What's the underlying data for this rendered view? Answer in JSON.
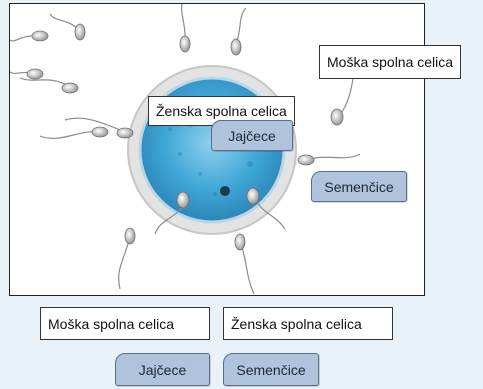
{
  "diagram": {
    "labels_on_image": [
      {
        "text": "Moška spolna celica"
      },
      {
        "text": "Ženska spolna celica"
      }
    ],
    "chips_on_image": [
      {
        "text": "Jajčece"
      },
      {
        "text": "Semenčice"
      }
    ]
  },
  "answer_bank": {
    "labels": [
      {
        "text": "Moška spolna celica"
      },
      {
        "text": "Ženska spolna celica"
      }
    ],
    "chips": [
      {
        "text": "Jajčece"
      },
      {
        "text": "Semenčice"
      }
    ]
  },
  "colors": {
    "background": "#e9f2f8",
    "chip_fill": "#afc3dc",
    "chip_border": "#5a6e8c",
    "egg_blue": "#3fa6d6"
  }
}
